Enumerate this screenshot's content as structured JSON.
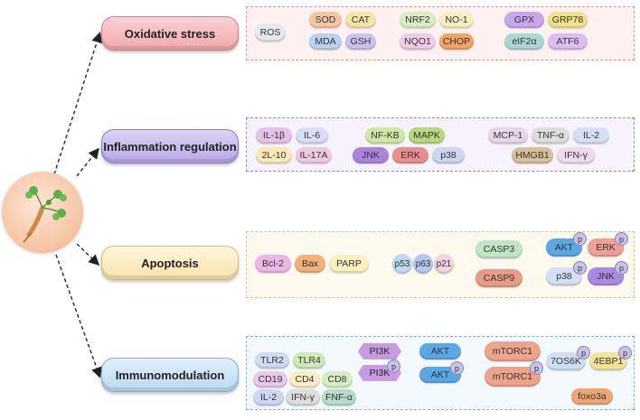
{
  "categories": {
    "oxidative": "Oxidative stress",
    "inflammation": "Inflammation regulation",
    "apoptosis": "Apoptosis",
    "immuno": "Immunomodulation"
  },
  "oxidative": {
    "ros": "ROS",
    "sod": "SOD",
    "cat": "CAT",
    "mda": "MDA",
    "gsh": "GSH",
    "nrf2": "NRF2",
    "no1": "NO-1",
    "nqo1": "NQO1",
    "chop": "CHOP",
    "gpx": "GPX",
    "grp78": "GRP78",
    "eif2a": "eIF2α",
    "atf6": "ATF6"
  },
  "inflammation": {
    "il1b": "IL-1β",
    "il6": "IL-6",
    "il10": "2L-10",
    "il17a": "IL-17A",
    "nfkb": "NF-KB",
    "mapk": "MAPK",
    "jnk": "JNK",
    "erk": "ERK",
    "p38": "p38",
    "mcp1": "MCP-1",
    "tnfa": "TNF-α",
    "il2": "IL-2",
    "hmgb1": "HMGB1",
    "ifng": "IFN-γ"
  },
  "apoptosis": {
    "bcl2": "Bcl-2",
    "bax": "Bax",
    "parp": "PARP",
    "p53": "p53",
    "p63": "p63",
    "p21": "p21",
    "casp3": "CASP3",
    "casp9": "CASP9",
    "akt": "AKT",
    "erk": "ERK",
    "p38": "p38",
    "jnk": "JNK",
    "phos": "p"
  },
  "immuno": {
    "tlr2": "TLR2",
    "tlr4": "TLR4",
    "cd19": "CD19",
    "cd4": "CD4",
    "cd8": "CD8",
    "il2": "IL-2",
    "ifng": "IFN-γ",
    "fnfa": "FNF-α",
    "pi3k": "PI3K",
    "akt": "AKT",
    "mtorc1": "mTORC1",
    "s6k": "7OS6K",
    "ebp1": "4EBP1",
    "foxo3a": "foxo3a",
    "phos": "p"
  },
  "colors": {
    "oxidative_box": "#f4c2c6",
    "inflammation_box": "#cfc3ee",
    "apoptosis_box": "#fbefcf",
    "immuno_box": "#cde4f3"
  }
}
